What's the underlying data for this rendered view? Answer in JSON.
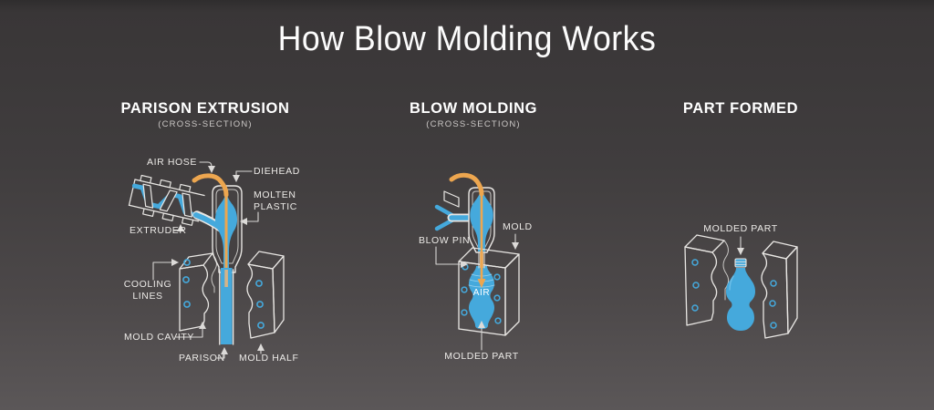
{
  "title": "How Blow Molding Works",
  "colors": {
    "background_top": "#343132",
    "background_bottom": "#5a5657",
    "outline": "#e9e7e4",
    "plastic_blue": "#45a9dc",
    "air_hose_orange": "#eda64f",
    "blow_pin_tan": "#d6b488",
    "label_text": "#eceae7"
  },
  "panels": {
    "parison_extrusion": {
      "heading": "PARISON EXTRUSION",
      "subheading": "(CROSS-SECTION)",
      "labels": {
        "air_hose": "AIR HOSE",
        "diehead": "DIEHEAD",
        "molten_plastic": "MOLTEN PLASTIC",
        "extruder": "EXTRUDER",
        "cooling_lines": "COOLING LINES",
        "mold_cavity": "MOLD CAVITY",
        "parison": "PARISON",
        "mold_half": "MOLD HALF"
      }
    },
    "blow_molding": {
      "heading": "BLOW MOLDING",
      "subheading": "(CROSS-SECTION)",
      "labels": {
        "blow_pin": "BLOW PIN",
        "mold": "MOLD",
        "air": "AIR",
        "molded_part": "MOLDED PART"
      }
    },
    "part_formed": {
      "heading": "PART FORMED",
      "labels": {
        "molded_part": "MOLDED PART"
      }
    }
  }
}
